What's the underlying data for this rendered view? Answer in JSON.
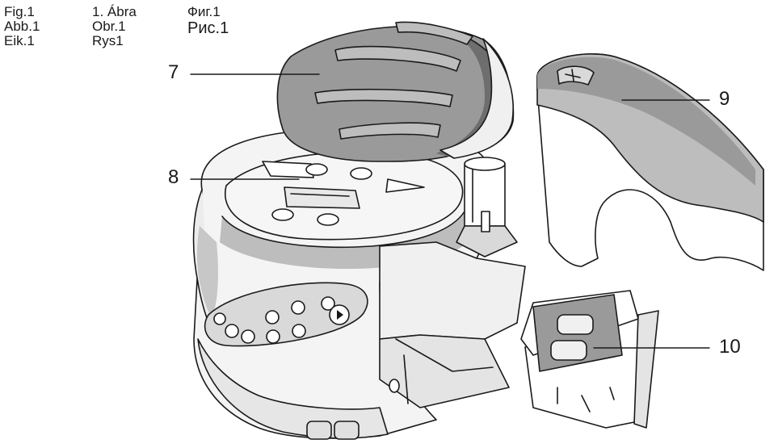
{
  "figure_labels": {
    "col1": [
      "Fig.1",
      "Abb.1",
      "Eik.1"
    ],
    "col2": [
      "1. Ábra",
      "Obr.1",
      "Rys1"
    ],
    "col3": [
      "Фиг.1",
      "Рис.1"
    ]
  },
  "callouts": {
    "c7": "7",
    "c8": "8",
    "c9": "9",
    "c10": "10"
  },
  "colors": {
    "outline": "#1a1a1a",
    "body_fill": "#f4f4f4",
    "shade": "#bdbdbd",
    "mid_grey": "#9a9a9a",
    "dark_grey": "#6e6e6e"
  }
}
